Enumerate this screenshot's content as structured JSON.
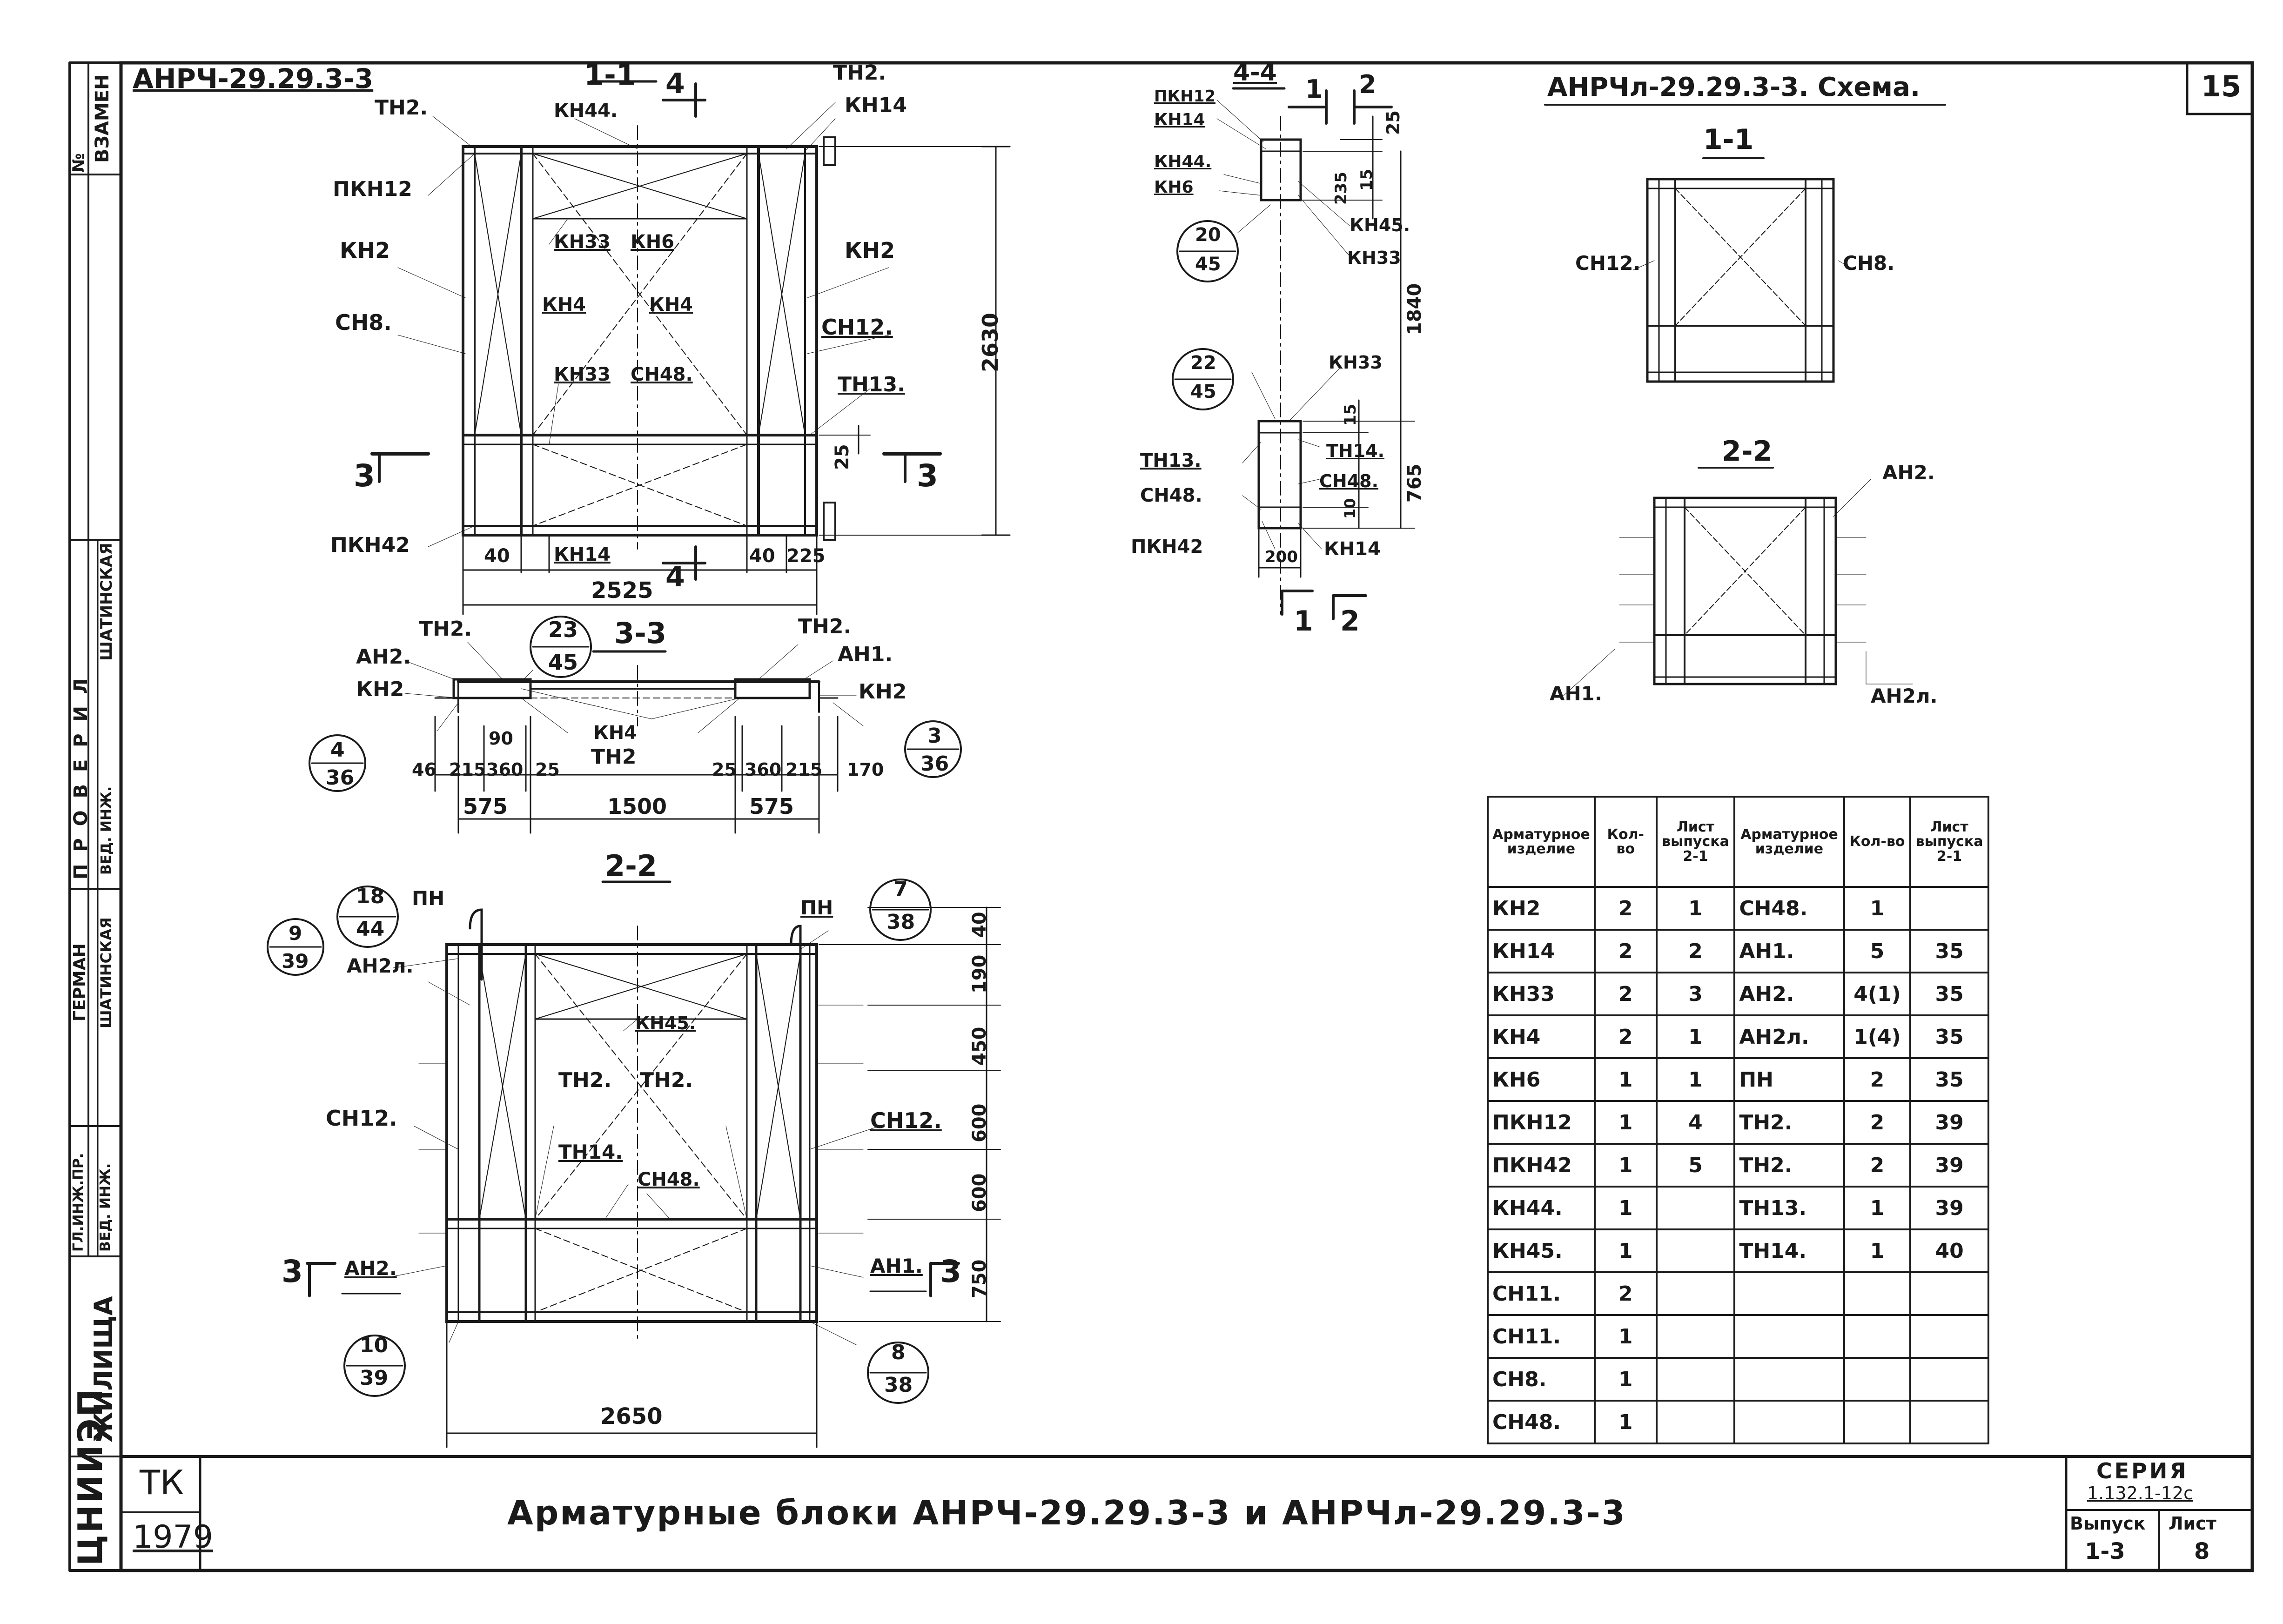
{
  "frame": {
    "sheet_number": "15",
    "stamp_letters": "ЦНИИЭП",
    "stamp_word": "ЖИЛИЩА",
    "tk": "ТК",
    "year": "1979",
    "title": "Арматурные   блоки   АНРЧ-29.29.3-3  и  АНРЧл-29.29.3-3",
    "series_label": "СЕРИЯ",
    "series_value": "1.132.1-12с",
    "issue_label": "Выпуск",
    "issue_value": "1-3",
    "sheet_label": "Лист",
    "sheet_value": "8"
  },
  "side_block": {
    "vzamen_no": "№",
    "vzamen": "ВЗАМЕН",
    "proveril": "П Р О В Е Р И Л",
    "shatinskaya": "ШАТИНСКАЯ",
    "ved_inzh": "ВЕД. ИНЖ.",
    "german": "ГЕРМАН",
    "shatinskaya2": "ШАТИНСКАЯ",
    "gl_inzh_pr": "ГЛ.ИНЖ.ПР.",
    "ved_inzh2": "ВЕД. ИНЖ."
  },
  "view_main": {
    "block_title": "АНРЧ-29.29.3-3",
    "section_title": "1-1",
    "cut_4": "4",
    "labels": {
      "tn2_left": "ТН2.",
      "kn44_top": "КН44.",
      "tn2_right": "ТН2.",
      "kn14_right": "КН14",
      "pkn12": "ПКН12",
      "kn2_left": "КН2",
      "kn33_a": "КН33",
      "kn6": "КН6",
      "kn2_right": "КН2",
      "sn8": "СН8.",
      "kn4_a": "КН4",
      "kn4_b": "КН4",
      "sn12": "СН12.",
      "kn33_b": "КН33",
      "sn48": "СН48.",
      "tn13": "ТН13.",
      "pkn42": "ПКН42",
      "kn14_bottom": "КН14"
    },
    "dims": {
      "d2630": "2630",
      "d25": "25",
      "d40_a": "40",
      "d40_b": "40",
      "d225": "225",
      "d2525": "2525"
    },
    "cut_3": "3"
  },
  "view_33": {
    "section_title": "3-3",
    "labels": {
      "tn2_l": "ТН2.",
      "an2": "АН2.",
      "kn2_l": "КН2",
      "tn2_r": "ТН2.",
      "an1": "АН1.",
      "kn2_r": "КН2",
      "kn4": "КН4",
      "tn2_mid": "ТН2"
    },
    "callout_top": {
      "num": "23",
      "den": "45"
    },
    "callout_left": {
      "num": "4",
      "den": "36"
    },
    "callout_right": {
      "num": "3",
      "den": "36"
    },
    "dims": {
      "d90": "90",
      "d46": "46",
      "d215_a": "215",
      "d360_a": "360",
      "d25_a": "25",
      "d25_b": "25",
      "d360_b": "360",
      "d215_b": "215",
      "d170": "170",
      "d575_a": "575",
      "d1500": "1500",
      "d575_b": "575"
    }
  },
  "view_22": {
    "section_title": "2-2",
    "callout_18": {
      "num": "18",
      "den": "44"
    },
    "pn_l": "ПН",
    "pn_r": "ПН",
    "callout_7": {
      "num": "7",
      "den": "38"
    },
    "callout_9": {
      "num": "9",
      "den": "39"
    },
    "labels": {
      "an2l": "АН2л.",
      "kn45": "КН45.",
      "sn12_l": "СН12.",
      "tn2_a": "ТН2.",
      "tn2_b": "ТН2.",
      "sn12_r": "СН12.",
      "tn14": "ТН14.",
      "sn48": "СН48.",
      "an2": "АН2.",
      "an1": "АН1."
    },
    "cut_3": "3",
    "callout_10": {
      "num": "10",
      "den": "39"
    },
    "callout_8": {
      "num": "8",
      "den": "38"
    },
    "dims": {
      "d40": "40",
      "d190": "190",
      "d450": "450",
      "d600_a": "600",
      "d600_b": "600",
      "d750": "750",
      "d2650": "2650"
    }
  },
  "view_44": {
    "section_title": "4-4",
    "cut_1": "1",
    "cut_2": "2",
    "labels": {
      "pkn12": "ПКН12",
      "kn14": "КН14",
      "kn44": "КН44.",
      "kn6": "КН6",
      "kn45": "КН45.",
      "kn33_a": "КН33",
      "kn33_b": "КН33",
      "tn13": "ТН13.",
      "tn14": "ТН14.",
      "sn48_r": "СН48.",
      "sn48_l": "СН48.",
      "pkn42": "ПКН42",
      "kn14_b": "КН14"
    },
    "callout_20": {
      "num": "20",
      "den": "45"
    },
    "callout_22": {
      "num": "22",
      "den": "45"
    },
    "dims": {
      "d25": "25",
      "d235": "235",
      "d15_a": "15",
      "d1840": "1840",
      "d15_b": "15",
      "d765": "765",
      "d10": "10",
      "d200": "200"
    }
  },
  "view_scheme": {
    "title": "АНРЧл-29.29.3-3. Схема.",
    "s11_title": "1-1",
    "sn12": "СН12.",
    "sn8": "СН8.",
    "s22_title": "2-2",
    "an2": "АН2.",
    "an1": "АН1.",
    "an2l": "АН2л."
  },
  "spec_table": {
    "headers": [
      "Арматурное изделие",
      "Кол-во",
      "Лист выпуска 2-1",
      "Арматурное изделие",
      "Кол-во",
      "Лист выпуска 2-1"
    ],
    "rows": [
      [
        "КН2",
        "2",
        "1",
        "СН48.",
        "1",
        ""
      ],
      [
        "КН14",
        "2",
        "2",
        "АН1.",
        "5",
        "35"
      ],
      [
        "КН33",
        "2",
        "3",
        "АН2.",
        "4(1)",
        "35"
      ],
      [
        "КН4",
        "2",
        "1",
        "АН2л.",
        "1(4)",
        "35"
      ],
      [
        "КН6",
        "1",
        "1",
        "ПН",
        "2",
        "35"
      ],
      [
        "ПКН12",
        "1",
        "4",
        "ТН2.",
        "2",
        "39"
      ],
      [
        "ПКН42",
        "1",
        "5",
        "ТН2.",
        "2",
        "39"
      ],
      [
        "КН44.",
        "1",
        "",
        "ТН13.",
        "1",
        "39"
      ],
      [
        "КН45.",
        "1",
        "",
        "ТН14.",
        "1",
        "40"
      ],
      [
        "СН11.",
        "2",
        "",
        "",
        "",
        ""
      ],
      [
        "СН11.",
        "1",
        "",
        "",
        "",
        ""
      ],
      [
        "СН8.",
        "1",
        "",
        "",
        "",
        ""
      ],
      [
        "СН48.",
        "1",
        "",
        "",
        "",
        ""
      ]
    ]
  }
}
